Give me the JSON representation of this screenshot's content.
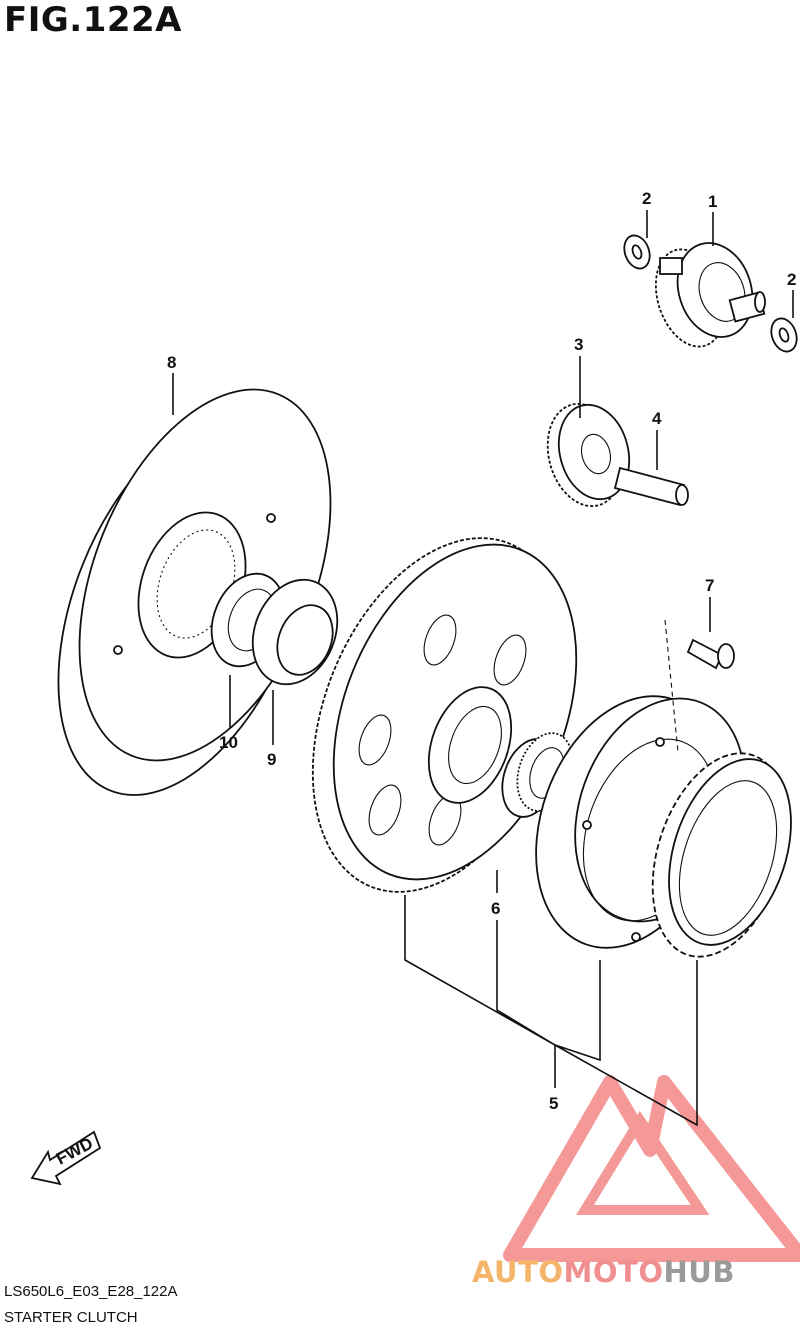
{
  "figure": {
    "title": "FIG.122A",
    "code": "LS650L6_E03_E28_122A",
    "caption": "STARTER CLUTCH"
  },
  "callouts": {
    "c1": "1",
    "c2a": "2",
    "c2b": "2",
    "c3": "3",
    "c4": "4",
    "c5": "5",
    "c6": "6",
    "c7": "7",
    "c8": "8",
    "c9": "9",
    "c10": "10"
  },
  "direction_label": "FWD",
  "watermark": {
    "part1": "AUTO",
    "part2": "MOTO",
    "part3": "HUB"
  },
  "colors": {
    "line": "#111111",
    "watermark_red": "#ee3a3a",
    "watermark_orange": "#f4b46a",
    "watermark_gray": "#9a9a9a"
  }
}
